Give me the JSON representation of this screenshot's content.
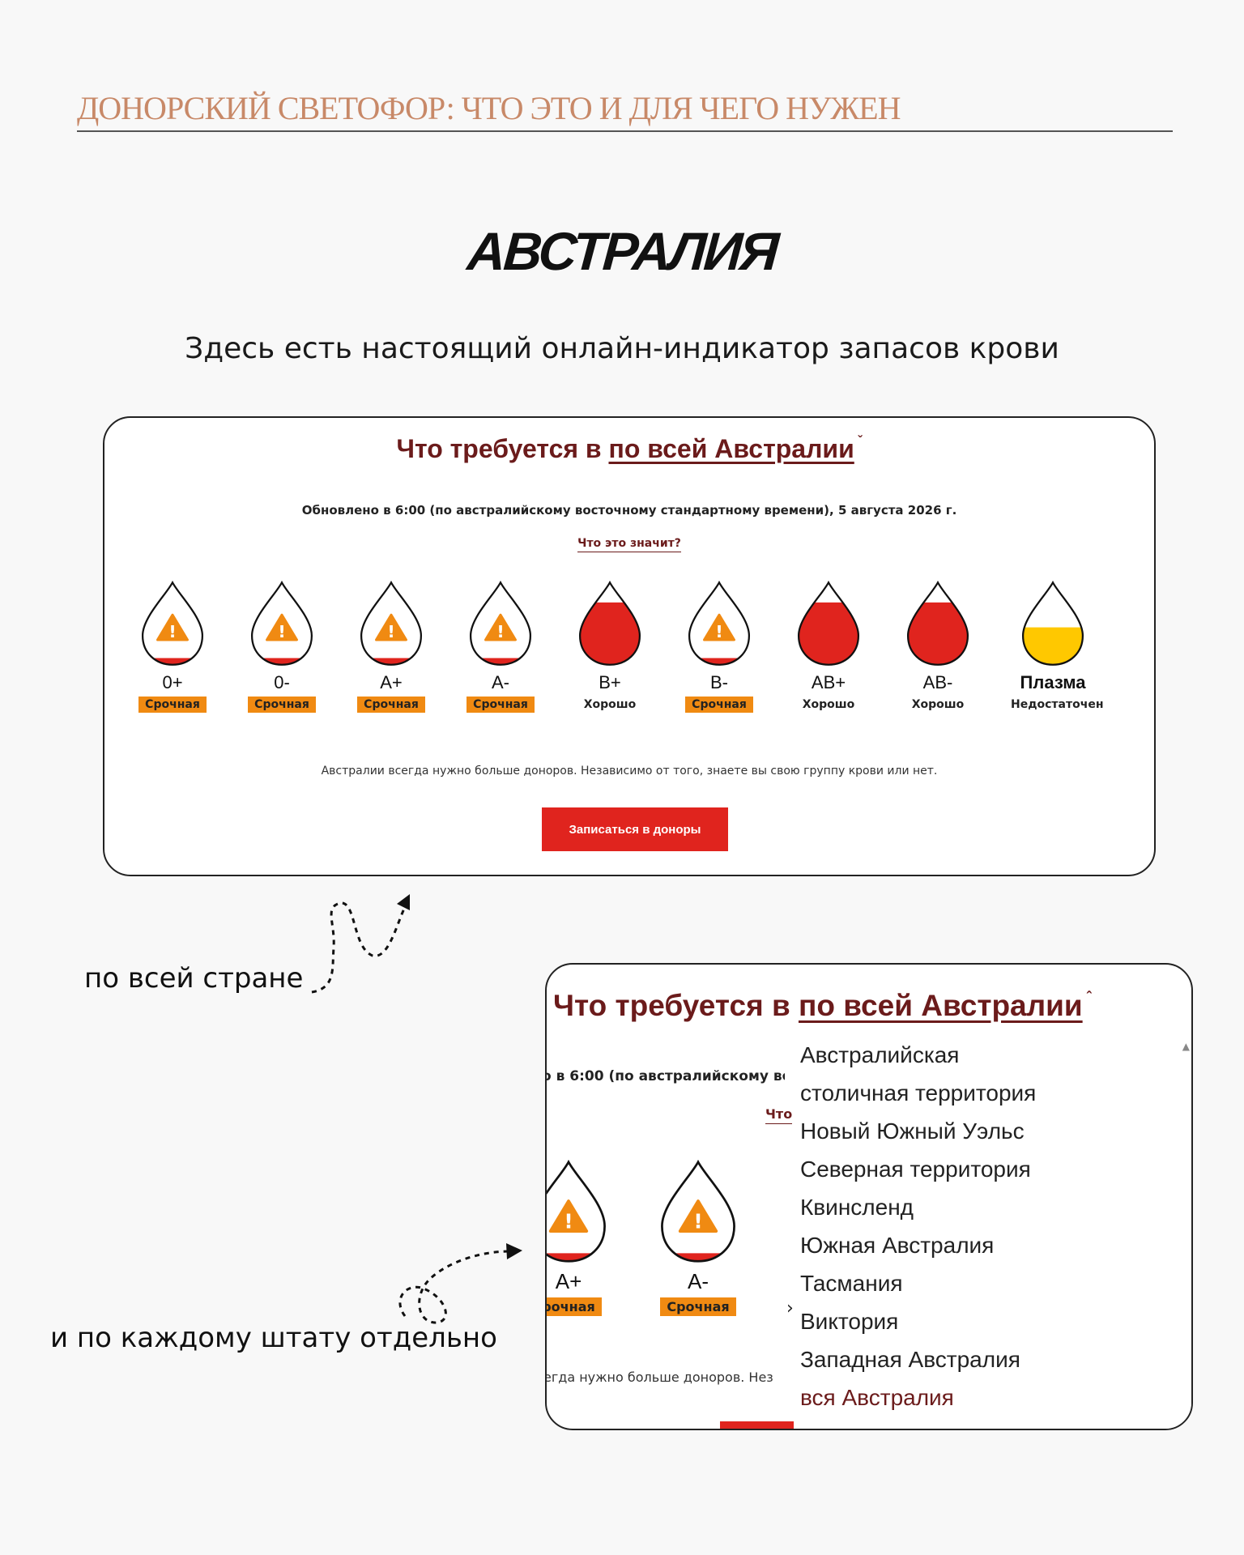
{
  "header": {
    "title": "ДОНОРСКИЙ СВЕТОФОР: ЧТО ЭТО И ДЛЯ ЧЕГО НУЖЕН"
  },
  "country": "АВСТРАЛИЯ",
  "subtitle": "Здесь есть настоящий онлайн-индикатор запасов крови",
  "widget": {
    "heading_prefix": "Что требуется в",
    "region": "по всей Австралии",
    "updated": "Обновлено в 6:00 (по австралийскому восточному стандартному времени), 5 августа 2026 г.",
    "what_link": "Что это значит?",
    "blood_types": [
      {
        "type": "0+",
        "status": "Срочная",
        "level": 0.08,
        "kind": "urgent"
      },
      {
        "type": "0-",
        "status": "Срочная",
        "level": 0.08,
        "kind": "urgent"
      },
      {
        "type": "A+",
        "status": "Срочная",
        "level": 0.08,
        "kind": "urgent"
      },
      {
        "type": "A-",
        "status": "Срочная",
        "level": 0.08,
        "kind": "urgent"
      },
      {
        "type": "B+",
        "status": "Хорошо",
        "level": 0.75,
        "kind": "good"
      },
      {
        "type": "B-",
        "status": "Срочная",
        "level": 0.08,
        "kind": "urgent"
      },
      {
        "type": "AB+",
        "status": "Хорошо",
        "level": 0.75,
        "kind": "good"
      },
      {
        "type": "AB-",
        "status": "Хорошо",
        "level": 0.75,
        "kind": "good"
      },
      {
        "type": "Плазма",
        "status": "Недостаточен",
        "level": 0.45,
        "kind": "low"
      }
    ],
    "note": "Австралии всегда нужно больше доноров. Независимо от того, знаете вы свою группу крови или нет.",
    "cta": "Записаться в доноры"
  },
  "captions": {
    "country": "по всей стране",
    "state": "и по каждому штату отдельно"
  },
  "zoom": {
    "heading_prefix": "Что требуется в",
    "region": "по всей Австралии",
    "updated_fragment": "о в 6:00 (по австралийскому вос",
    "what_fragment": "Что",
    "note_fragment": "егда нужно больше доноров. Нез",
    "drops": [
      {
        "type": "A+",
        "status": "рочная"
      },
      {
        "type": "A-",
        "status": "Срочная"
      }
    ],
    "dropdown": [
      "Австралийская столичная территория",
      "Новый Южный Уэльс",
      "Северная территория",
      "Квинсленд",
      "Южная Австралия",
      "Тасмания",
      "Виктория",
      "Западная Австралия",
      "вся Австралия"
    ]
  },
  "colors": {
    "accent_red": "#e0241e",
    "urgent_orange": "#f08a12",
    "plasma_yellow": "#ffc800",
    "heading_maroon": "#6b1b1b",
    "header_title": "#c88968"
  }
}
